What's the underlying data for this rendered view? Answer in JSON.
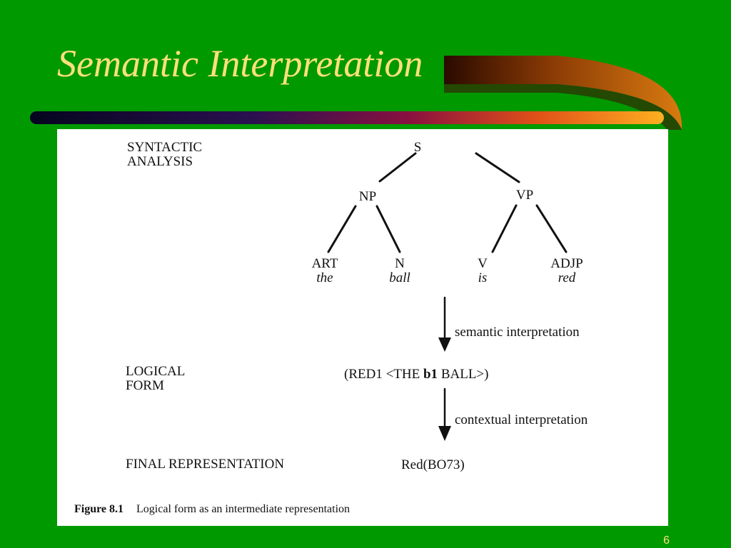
{
  "slide": {
    "title": "Semantic Interpretation",
    "page_number": "6"
  },
  "figure": {
    "rows": {
      "syntactic_line1": "SYNTACTIC",
      "syntactic_line2": "ANALYSIS",
      "logical_line1": "LOGICAL",
      "logical_line2": "FORM",
      "final": "FINAL REPRESENTATION"
    },
    "tree": {
      "root": "S",
      "np": "NP",
      "vp": "VP",
      "leaves": [
        {
          "category": "ART",
          "word": "the"
        },
        {
          "category": "N",
          "word": "ball"
        },
        {
          "category": "V",
          "word": "is"
        },
        {
          "category": "ADJP",
          "word": "red"
        }
      ]
    },
    "steps": {
      "semantic": "semantic interpretation",
      "contextual": "contextual interpretation"
    },
    "logical_form": {
      "before": "(RED1 <THE ",
      "bold": "b1",
      "after": " BALL>)"
    },
    "final_value": "Red(BO73)",
    "caption": {
      "label": "Figure 8.1",
      "text": "Logical form as an intermediate representation"
    }
  }
}
